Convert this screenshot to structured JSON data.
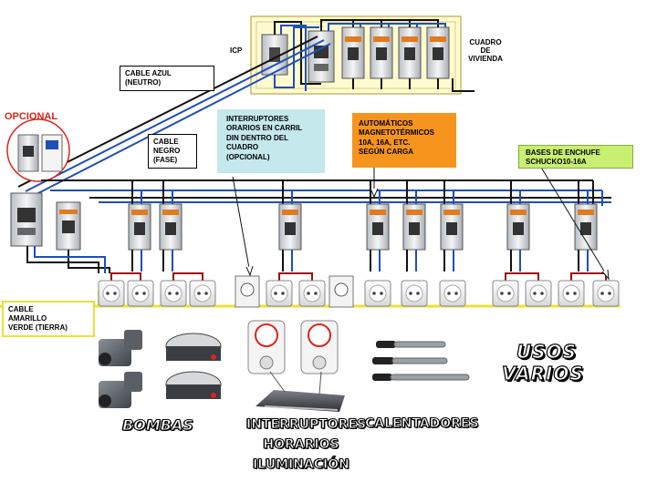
{
  "labels": {
    "icp": "ICP",
    "cuadro_vivienda": [
      "CUADRO",
      "DE",
      "VIVIENDA"
    ],
    "cable_azul": [
      "CABLE AZUL",
      "(NEUTRO)"
    ],
    "opcional": "OPCIONAL",
    "cable_negro": [
      "CABLE",
      "NEGRO",
      "(FASE)"
    ],
    "interruptores_orarios": [
      "INTERRUPTORES",
      "ORARIOS EN CARRIL",
      "DIN DENTRO DEL",
      "CUADRO",
      "(OPCIONAL)"
    ],
    "automaticos": [
      "AUTOMÁTICOS",
      "MAGNETOTÉRMICOS",
      "10A, 16A, ETC.",
      "SEGÚN CARGA"
    ],
    "bases_enchufe": [
      "BASES DE ENCHUFE",
      "SCHUCKO10-16A"
    ],
    "cable_amarillo": [
      "CABLE",
      "AMARILLO",
      "VERDE (TIERRA)"
    ],
    "usos": "USOS",
    "varios": "VARIOS",
    "bombas": "BOMBAS",
    "interruptores_horarios": [
      "INTERRUPTORES",
      "HORARIOS",
      "ILUMINACIÓN"
    ],
    "calentadores": "CALENTADORES"
  },
  "colors": {
    "neutral_wire": "#1f4fb8",
    "phase_wire": "#111111",
    "earth_wire": "#e8e23a",
    "link_wire": "#9a1010",
    "panel_fill": "#fffbcf",
    "callout_orange": "#f7941d",
    "callout_green": "#c8f070",
    "callout_cyan": "#c4e8ec",
    "opcional_red": "#d9261c"
  }
}
